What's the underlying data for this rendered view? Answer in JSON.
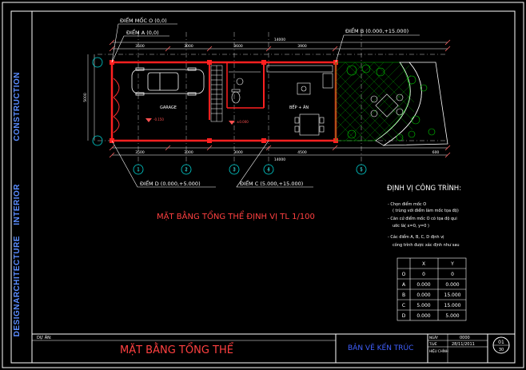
{
  "side_text": [
    "DESIGN",
    "ARCHITECTURE",
    "INTERIOR",
    "CONSTRUCTION"
  ],
  "labels": {
    "point_origin": "ĐIỂM MỐC O (0,0)",
    "point_a": "ĐIỂM A (0,0)",
    "point_b": "ĐIỂM B (0.000,+15.000)",
    "point_c": "ĐIỂM C (5.000,+15.000)",
    "point_d": "ĐIỂM D (0.000,+5.000)",
    "garage": "GARAGE",
    "kitchen": "BẾP + ĂN",
    "level_garage": "-0.150",
    "level_hall": "±0.000"
  },
  "dimensions": {
    "top_total": "14000",
    "top_segments": [
      "3500",
      "3000",
      "3600",
      "3900"
    ],
    "bottom_total": "14000",
    "bottom_segments": [
      "3500",
      "3000",
      "3000",
      "4500"
    ],
    "left_total": "5000",
    "right_small": "600"
  },
  "grid_axes": [
    "1",
    "2",
    "3",
    "4",
    "5"
  ],
  "plan_title": "MẶT BẰNG TỔNG THỂ ĐỊNH VỊ   TL 1/100",
  "positioning": {
    "heading": "ĐỊNH VỊ CÔNG TRÌNH:",
    "notes": [
      "- Chọn điểm mốc O",
      "( trùng với điểm làm mốc tọa độ)",
      "- Căn cứ điểm mốc O có tọa độ qui",
      "ước là( x=0, y=0 )",
      "- Các điểm A, B, C, D định vị",
      "công trình được xác định như sau"
    ],
    "table": {
      "headers": [
        "",
        "X",
        "Y"
      ],
      "rows": [
        [
          "O",
          "0",
          "0"
        ],
        [
          "A",
          "0.000",
          "0.000"
        ],
        [
          "B",
          "0.000",
          "15.000"
        ],
        [
          "C",
          "5.000",
          "15.000"
        ],
        [
          "D",
          "0.000",
          "5.000"
        ]
      ]
    }
  },
  "title_block": {
    "project_label": "DỰ ÁN:",
    "main_title": "MẶT BẰNG TỔNG THỂ",
    "drawing_type": "BẢN VẼ KẾN TRÚC",
    "scale_label": "NGÀY",
    "scale_value": "0000",
    "date_label": "TLVẼ",
    "date_value": "28/11/2011",
    "checker_label": "HIỆU CHỈNH",
    "sheet_no": "01",
    "sheet_total": "30"
  },
  "colors": {
    "wall": "#ff2020",
    "frame": "#ffffff",
    "dim": "#ffffff",
    "label": "#ff5050",
    "grid": "#00d5d5",
    "green": "#00c000",
    "title_red": "#ff4040",
    "border": "#4060ff"
  }
}
